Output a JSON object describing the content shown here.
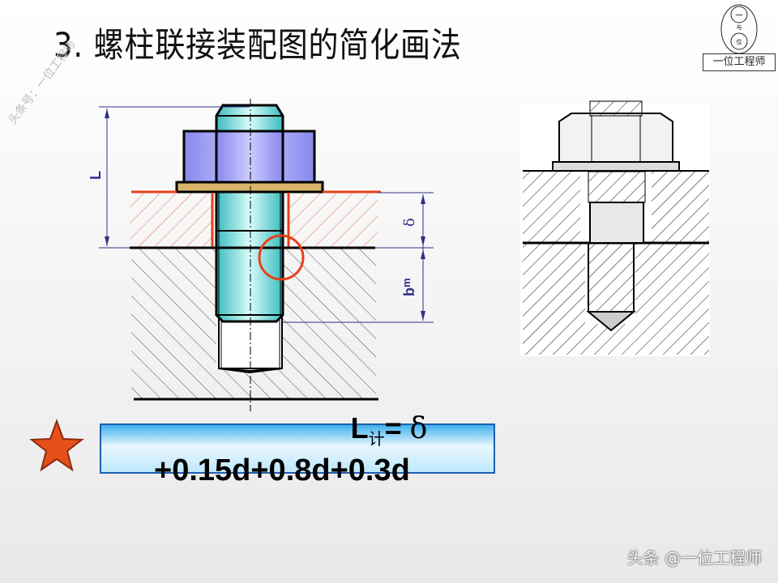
{
  "title": "3. 螺柱联接装配图的简化画法",
  "logo": {
    "text": "一位工程师",
    "circle_chars": [
      "一",
      "与",
      "位"
    ]
  },
  "watermarks": {
    "diagonal": "头条号：一位工程师",
    "bottom_right": "头条 @一位工程师"
  },
  "diagram": {
    "labels": {
      "L": "L",
      "delta": "δ",
      "bm_main": "b",
      "bm_sub": "m"
    },
    "colors": {
      "stud": "#6fd6d6",
      "nut": "#aaaaff",
      "washer": "#c8a060",
      "highlight": "#e8401a",
      "dimension": "#2d2f88"
    }
  },
  "formula": {
    "line1_main": "L",
    "line1_sub": "计",
    "line1_eq": "= ",
    "line1_delta": "δ",
    "line2": "+0.15d+0.8d+0.3d"
  },
  "star_icon": {
    "color": "#e8501a"
  }
}
